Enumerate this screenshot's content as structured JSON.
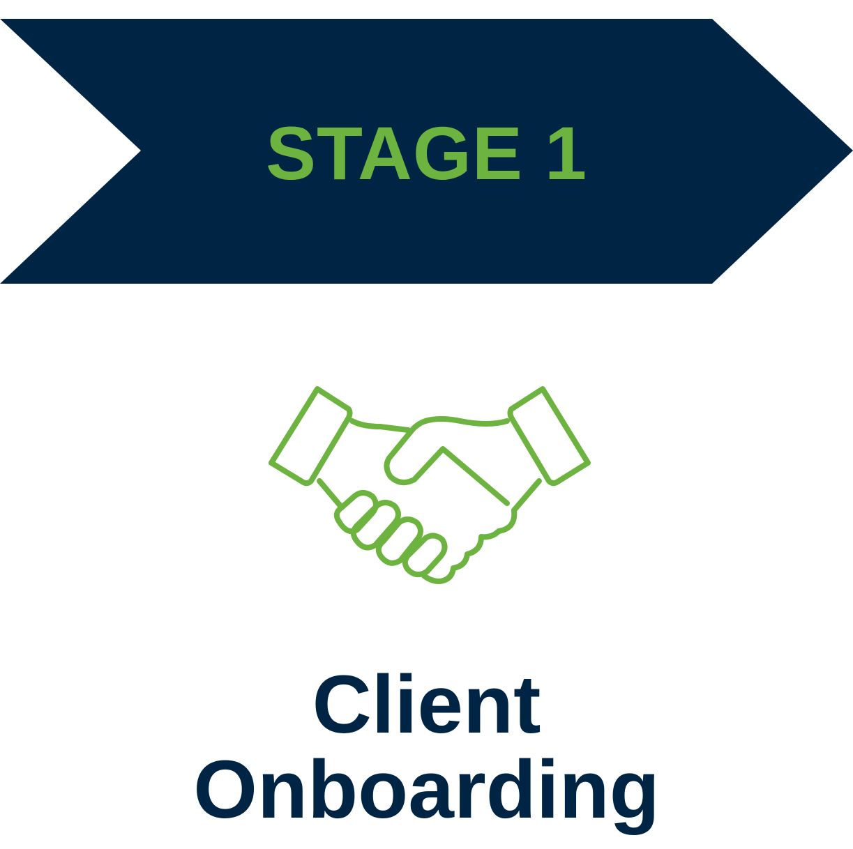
{
  "banner": {
    "label": "STAGE 1"
  },
  "icon": {
    "name": "handshake-icon"
  },
  "title": {
    "line1": "Client",
    "line2": "Onboarding"
  },
  "colors": {
    "navy": "#002544",
    "green": "#6DB33F",
    "background": "#FFFFFF"
  }
}
